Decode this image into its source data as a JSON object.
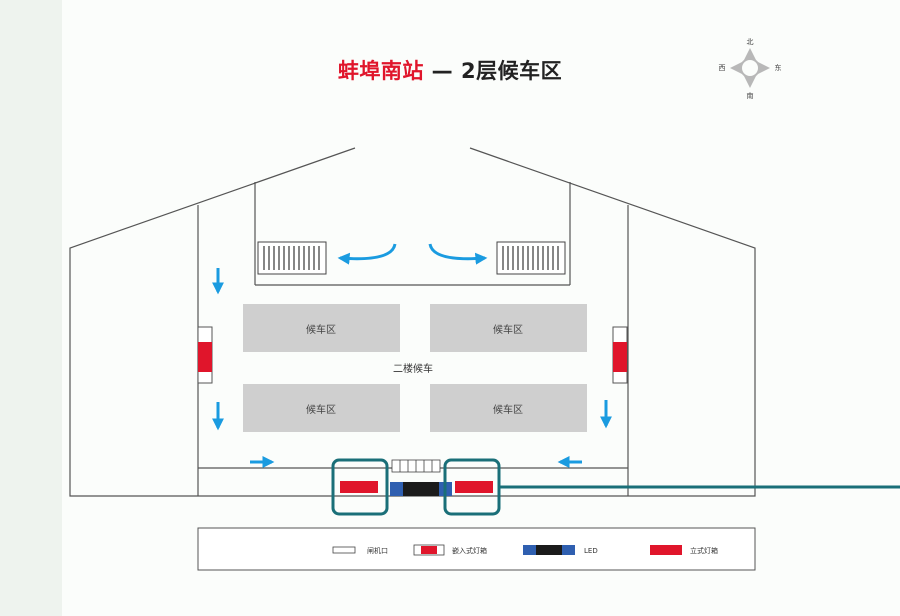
{
  "title": {
    "station": "蚌埠南站",
    "rest": " — 2层候车区"
  },
  "compass": {
    "north": "北",
    "south": "南",
    "east": "东",
    "west": "西"
  },
  "zones": {
    "top_left": "候车区",
    "top_right": "候车区",
    "bottom_left": "候车区",
    "bottom_right": "候车区",
    "center": "二楼候车"
  },
  "legend": {
    "gate": "闸机口",
    "embedded_lightbox": "嵌入式灯箱",
    "led": "LED",
    "standing_lightbox": "立式灯箱"
  },
  "colors": {
    "red": "#e0152b",
    "arrow": "#1a9be0",
    "teal": "#1a6f78",
    "zone": "#cfcfcf",
    "led": "#2f5fb0"
  }
}
